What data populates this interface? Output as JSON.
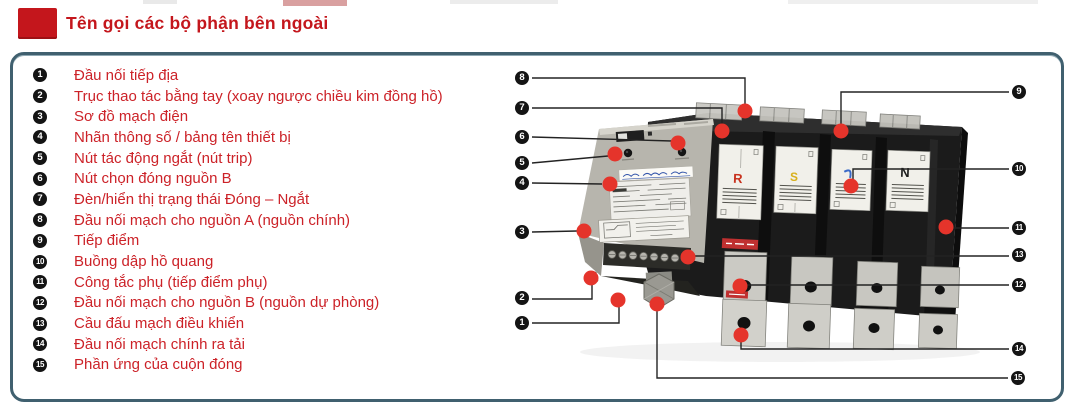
{
  "title": {
    "text": "Tên gọi các bộ phận bên ngoài"
  },
  "legend": {
    "items": [
      {
        "num": "1",
        "label": "Đầu nối tiếp địa"
      },
      {
        "num": "2",
        "label": "Trục thao tác bằng tay (xoay ngược chiều kim đồng hồ)"
      },
      {
        "num": "3",
        "label": "Sơ đồ mạch điện"
      },
      {
        "num": "4",
        "label": "Nhãn thông số / bảng tên thiết bị"
      },
      {
        "num": "5",
        "label": "Nút tác động ngắt (nút trip)"
      },
      {
        "num": "6",
        "label": "Nút chọn đóng nguồn B"
      },
      {
        "num": "7",
        "label": "Đèn/hiển thị trạng thái Đóng – Ngắt"
      },
      {
        "num": "8",
        "label": "Đầu nối mạch cho nguồn A (nguồn chính)"
      },
      {
        "num": "9",
        "label": "Tiếp điểm"
      },
      {
        "num": "10",
        "label": "Buồng dập hồ quang"
      },
      {
        "num": "11",
        "label": "Công tắc phụ (tiếp điểm phụ)"
      },
      {
        "num": "12",
        "label": "Đầu nối mạch cho nguồn B (nguồn dự phòng)"
      },
      {
        "num": "13",
        "label": "Cầu đấu mạch điều khiển"
      },
      {
        "num": "14",
        "label": "Đầu nối mạch chính ra tải"
      },
      {
        "num": "15",
        "label": "Phần ứng của cuộn đóng"
      }
    ]
  },
  "figure": {
    "poles": [
      {
        "letter": "R",
        "color": "#c8321e"
      },
      {
        "letter": "S",
        "color": "#d8b01c"
      },
      {
        "letter": "",
        "color": "#3a6ac8"
      },
      {
        "letter": "N",
        "color": "#1c1c1c"
      }
    ]
  },
  "colors": {
    "accent_red": "#c4161c",
    "callout_dot": "#e5342b",
    "box_border": "#40606f",
    "legend_text": "#cc2228"
  }
}
